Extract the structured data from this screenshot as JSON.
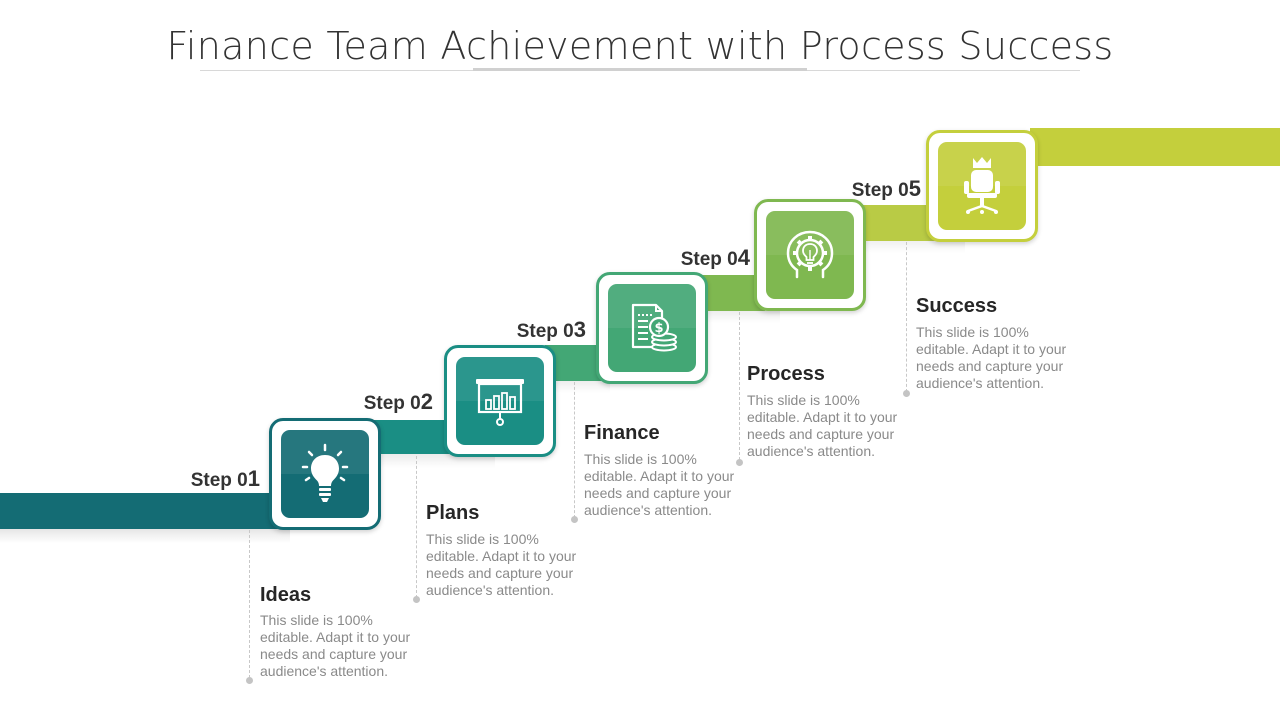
{
  "title": "Finance Team Achievement with Process Success",
  "colors": {
    "step1": "#146c74",
    "step2": "#1a8e84",
    "step3": "#43a775",
    "step4": "#7fb850",
    "step5": "#c4cf3c"
  },
  "steps": [
    {
      "prefix": "Step 0",
      "num": "1",
      "heading": "Ideas",
      "description": "This slide is 100% editable. Adapt it to your needs and capture your audience's attention.",
      "icon": "lightbulb-icon"
    },
    {
      "prefix": "Step 0",
      "num": "2",
      "heading": "Plans",
      "description": "This slide is 100% editable. Adapt it to your needs and capture your audience's attention.",
      "icon": "presentation-board-icon"
    },
    {
      "prefix": "Step 0",
      "num": "3",
      "heading": "Finance",
      "description": "This slide is 100% editable. Adapt it to your needs and capture your audience's attention.",
      "icon": "invoice-coins-icon"
    },
    {
      "prefix": "Step 0",
      "num": "4",
      "heading": "Process",
      "description": "This slide is 100% editable. Adapt it to your needs and capture your audience's attention.",
      "icon": "head-gear-bulb-icon"
    },
    {
      "prefix": "Step 0",
      "num": "5",
      "heading": "Success",
      "description": "This slide is 100% editable. Adapt it to your needs and capture your audience's attention.",
      "icon": "crown-chair-icon"
    }
  ]
}
